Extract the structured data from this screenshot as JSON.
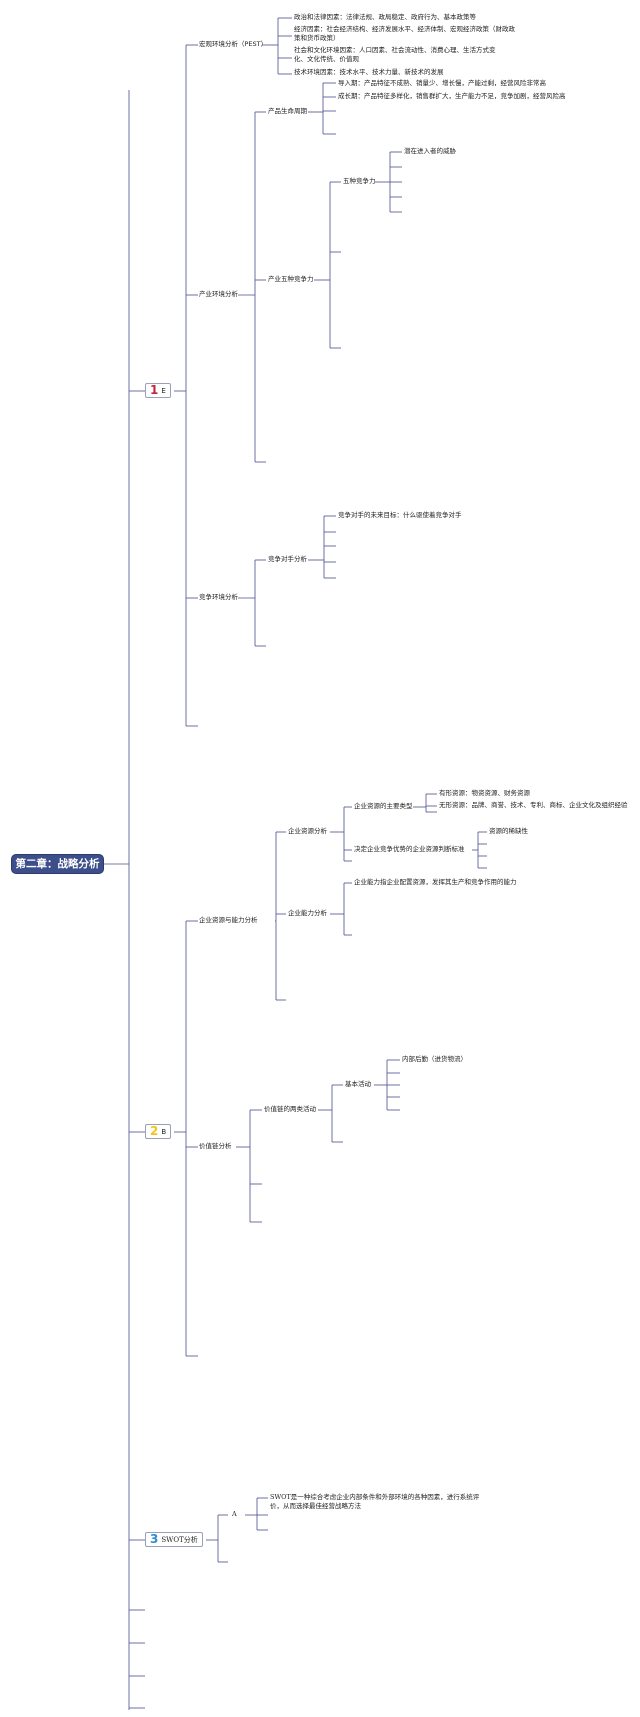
{
  "root": {
    "title": "第二章：战略分析"
  },
  "sections": [
    {
      "number": "1",
      "suffix": "E",
      "number_color": "#c0283b"
    },
    {
      "number": "2",
      "suffix": "B",
      "number_color": "#f0c419"
    },
    {
      "number": "3",
      "suffix": "SWOT分析",
      "number_color": "#2f8fcf"
    }
  ],
  "nodes": {
    "pest": "宏观环境分析（PEST）",
    "pest_political": "政治和法律因素：法律法规、政局稳定、政府行为、基本政策等",
    "pest_economic": "经济因素：社会经济结构、经济发展水平、经济体制、宏观经济政策（财政政策和货币政策）",
    "pest_social": "社会和文化环境因素：人口因素、社会流动性、消费心理、生活方式变化、文化传统、价值观",
    "pest_tech": "技术环境因素：技术水平、技术力量、新技术的发展",
    "industry": "产业环境分析",
    "lifecycle": "产品生命周期",
    "intro_stage": "导入期：产品特征不成熟、销量少、增长慢，产能过剩，经营风险非常高",
    "growth_stage": "成长期：产品特征多样化，销售群扩大，生产能力不足，竞争加剧，经营风险高",
    "five_forces_parent": "产业五种竞争力",
    "five_forces": "五种竞争力",
    "new_entrants": "潜在进入者的威胁",
    "competition": "竞争环境分析",
    "competitor_analysis": "竞争对手分析",
    "competitor_goal": "竞争对手的未来目标：什么驱使着竞争对手",
    "resources_capability": "企业资源与能力分析",
    "enterprise_resources": "企业资源分析",
    "main_resource_types": "企业资源的主要类型",
    "tangible": "有形资源：物资资源、财务资源",
    "intangible": "无形资源：品牌、商誉、技术、专利、商标、企业文化及组织经验",
    "advantage_standard": "决定企业竞争优势的企业资源判断标准",
    "scarcity": "资源的稀缺性",
    "enterprise_capability": "企业能力分析",
    "capability_def": "企业能力指企业配置资源，发挥其生产和竞争作用的能力",
    "value_chain": "价值链分析",
    "value_chain_two": "价值链的两类活动",
    "primary_activities": "基本活动",
    "inbound_logistics": "内部后勤（进货物流）",
    "swot_a": "A",
    "swot_def": "SWOT是一种综合考虑企业内部条件和外部环境的各种因素，进行系统评价，从而选择最佳经营战略方法"
  },
  "colors": {
    "line": "#4a4f8c",
    "root_bg": "#3d4f8a"
  }
}
